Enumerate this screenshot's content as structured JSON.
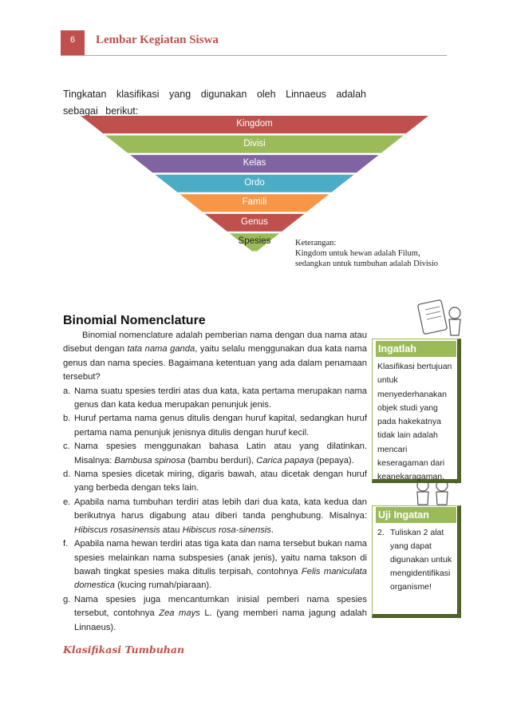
{
  "header": {
    "page_number": "6",
    "title": "Lembar Kegiatan Siswa"
  },
  "intro": "Tingkatan klasifikasi yang digunakan oleh Linnaeus adalah sebagai berikut:",
  "pyramid": {
    "levels": [
      "Kingdom",
      "Divisi",
      "Kelas",
      "Ordo",
      "Famili",
      "Genus",
      "Spesies"
    ],
    "colors": [
      "#c0504d",
      "#9bbb59",
      "#8064a2",
      "#4bacc6",
      "#f79646",
      "#c0504d",
      "#9bbb59"
    ]
  },
  "note": {
    "title": "Keterangan:",
    "line1": "Kingdom untuk hewan adalah Filum,",
    "line2": "sedangkan untuk tumbuhan adalah Divisio"
  },
  "section": {
    "title": "Binomial Nomenclature",
    "intro": "Binomial nomenclature adalah pemberian nama dengan dua nama atau disebut dengan",
    "intro_italic": "tata nama ganda",
    "intro_end": ", yaitu selalu menggunakan dua kata nama genus dan nama species. Bagaimana ketentuan yang ada dalam penamaan tersebut?",
    "items": {
      "a": {
        "marker": "a.",
        "text": "Nama suatu spesies terdiri atas dua kata, kata pertama merupakan nama genus dan kata kedua merupakan penunjuk jenis."
      },
      "b": {
        "marker": "b.",
        "text": "Huruf pertama nama genus ditulis dengan huruf kapital, sedangkan huruf pertama nama penunjuk jenisnya ditulis dengan huruf kecil."
      },
      "c": {
        "marker": "c.",
        "text": "Nama spesies menggunakan bahasa Latin atau yang dilatinkan. Misalnya:",
        "ex1": "Bambusa spinosa",
        "ex1_note": " (bambu berduri), ",
        "ex2": "Carica papaya",
        "ex2_note": " (pepaya)."
      },
      "d": {
        "marker": "d.",
        "text": "Nama spesies dicetak miring, digaris bawah, atau dicetak dengan huruf yang berbeda dengan teks lain."
      },
      "e": {
        "marker": "e.",
        "text": "Apabila nama tumbuhan terdiri atas lebih dari dua kata, kata kedua dan berikutnya harus digabung atau diberi tanda penghubung. Misalnya:",
        "ex1": "Hibiscus rosasinensis",
        "ex_mid": " atau ",
        "ex2": "Hibiscus rosa-sinensis",
        "ex_end": "."
      },
      "f": {
        "marker": "f.",
        "text": "Apabila nama hewan terdiri atas tiga kata dan nama tersebut bukan nama spesies melainkan nama subspesies (anak jenis), yaitu nama takson di bawah tingkat spesies maka ditulis terpisah, contohnya",
        "ex1": "Felis maniculata domestica",
        "ex_end": " (kucing rumah/piaraan)."
      },
      "g": {
        "marker": "g.",
        "text": "Nama spesies juga mencantumkan inisial pemberi nama spesies tersebut, contohnya",
        "ex1": "Zea mays",
        "ex_end": " L. (yang memberi nama jagung adalah Linnaeus)."
      }
    }
  },
  "ingatlah": {
    "title": "Ingatlah",
    "body": "Klasifikasi bertujuan untuk menyederhanakan objek studi yang pada hakekatnya tidak lain adalah mencari keseragaman dari keanekaragaman."
  },
  "uji": {
    "title": "Uji Ingatan",
    "number": "2.",
    "body": "Tuliskan 2 alat yang dapat digunakan untuk mengidentifikasi organisme!"
  },
  "footer": "Klasifikasi Tumbuhan"
}
